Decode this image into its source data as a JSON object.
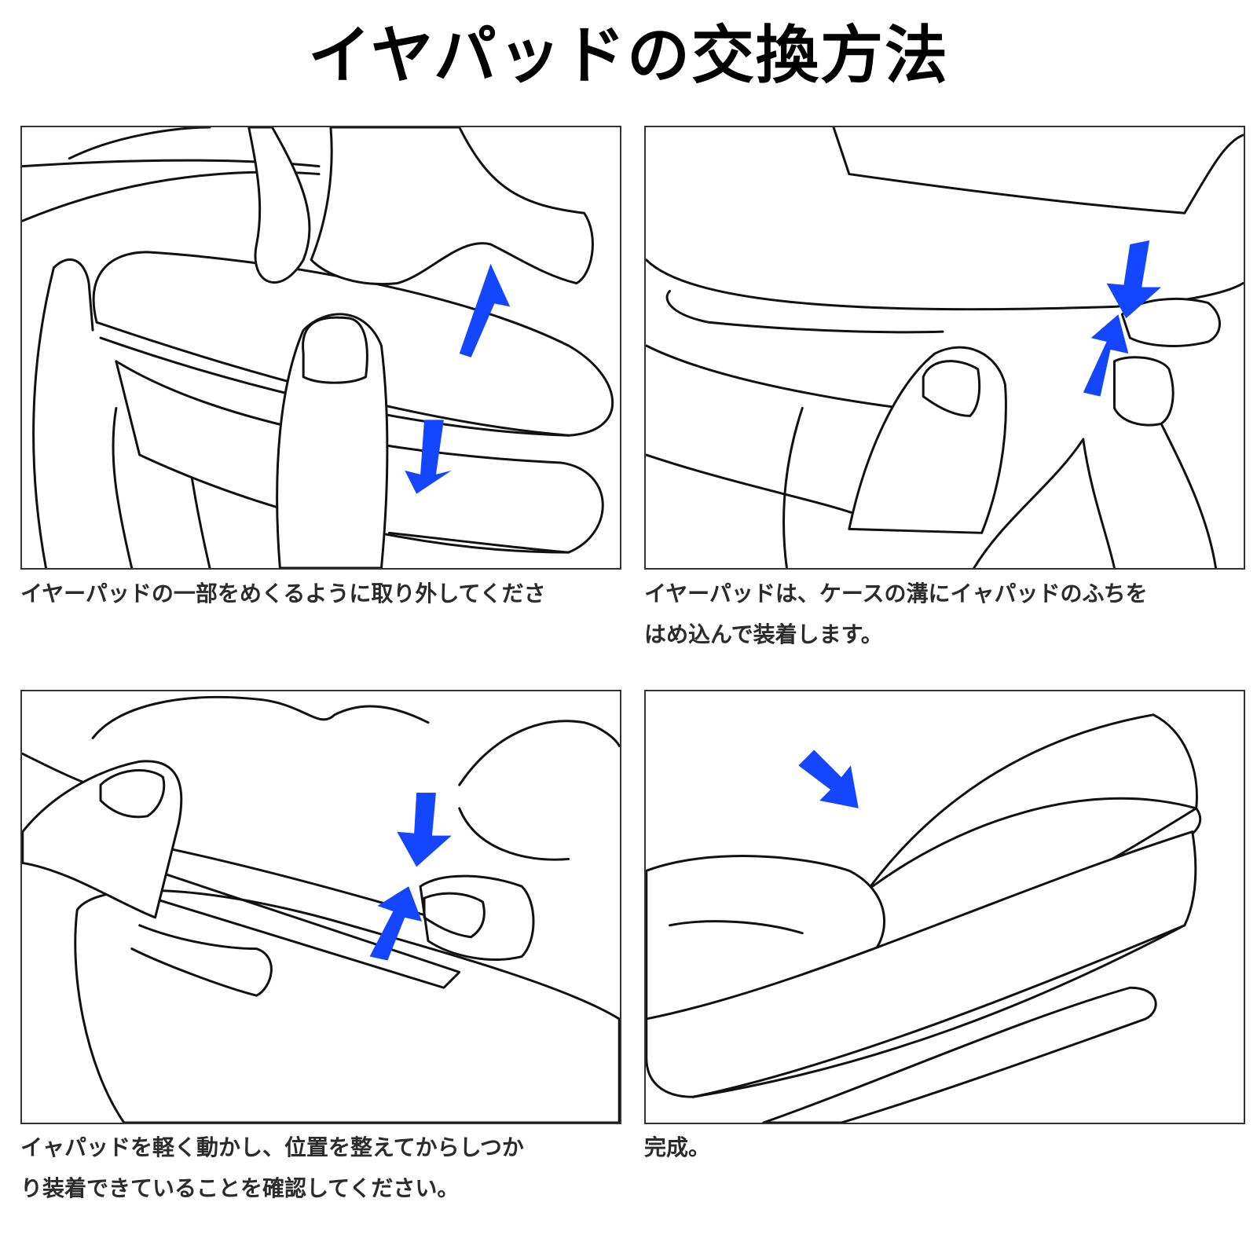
{
  "title": "イヤパッドの交換方法",
  "colors": {
    "arrow": "#1446ff",
    "line": "#111111",
    "text": "#2b2b2b"
  },
  "steps": [
    {
      "caption_lines": [
        "イヤーパッドの一部をめくるように取り外してくださ"
      ],
      "icons": [
        "hand-lifting-earpad-illustration",
        "up-arrow-icon",
        "down-arrow-icon"
      ]
    },
    {
      "caption_lines": [
        "イヤーパッドは、ケースの溝にイャパッドのふちを",
        "はめ込んで装着します。"
      ],
      "icons": [
        "fitting-earpad-illustration",
        "down-arrow-icon",
        "up-arrow-icon"
      ]
    },
    {
      "caption_lines": [
        "イャパッドを軽く動かし、位置を整えてからしつか",
        "り装着できていることを確認してください。"
      ],
      "icons": [
        "adjusting-earpad-illustration",
        "down-arrow-icon",
        "up-arrow-icon"
      ]
    },
    {
      "caption_lines": [
        "完成。"
      ],
      "icons": [
        "completed-earpad-illustration",
        "diagonal-arrow-icon"
      ]
    }
  ]
}
